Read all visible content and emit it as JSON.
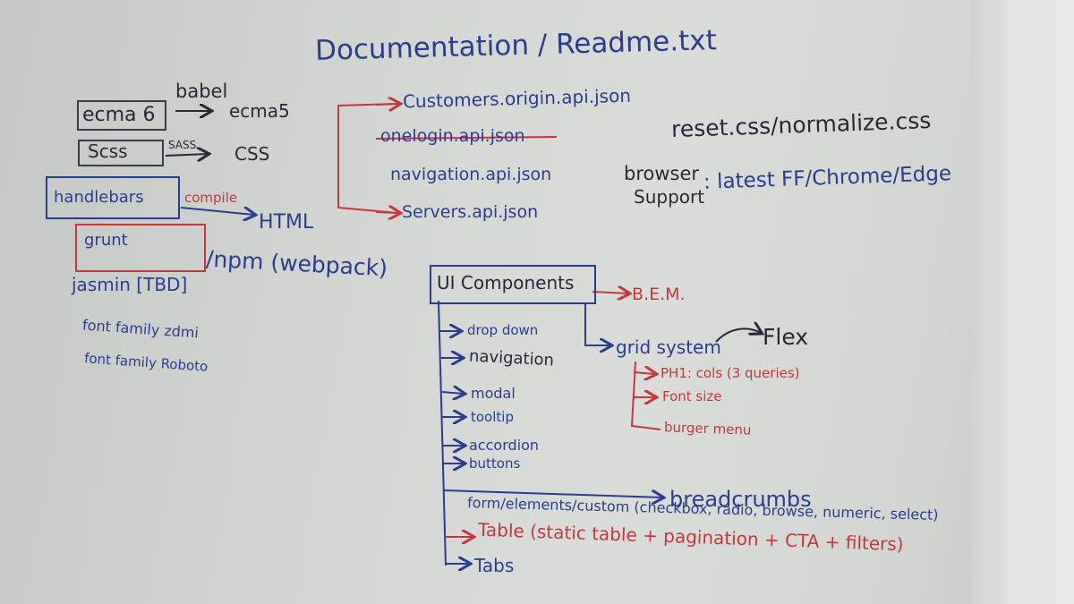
{
  "title": "Documentation / Readme.txt",
  "transpile": {
    "ecma6": "ecma 6",
    "babel": "babel",
    "ecma5": "ecma5",
    "scss": "Scss",
    "sass": "SASS",
    "css": "CSS"
  },
  "templating": {
    "handlebars": "handlebars",
    "compile": "compile",
    "html": "HTML",
    "grunt": "grunt",
    "npm": "/npm (webpack)",
    "jasmin": "jasmin [TBD]",
    "font1": "font family zdmi",
    "font2": "font family Roboto"
  },
  "api": {
    "customers": "Customers.origin.api.json",
    "onelogin": "onelogin.api.json",
    "navigation": "navigation.api.json",
    "servers": "Servers.api.json"
  },
  "notes": {
    "reset": "reset.css/normalize.css",
    "browser": "browser",
    "support": "Support",
    "browser_value": ": latest FF/Chrome/Edge"
  },
  "ui": {
    "title": "UI Components",
    "bem": "B.E.M.",
    "items": [
      "drop down",
      "navigation",
      "modal",
      "tooltip",
      "accordion",
      "buttons"
    ],
    "grid": "grid system",
    "flex": "Flex",
    "grid_items": [
      "PH1: cols (3 queries)",
      "Font size",
      "burger menu"
    ],
    "form": "form/elements/custom (checkbox, radio, browse, numeric, select)",
    "breadcrumbs": "breadcrumbs",
    "table": "Table (static table + pagination + CTA + filters)",
    "tabs": "Tabs"
  },
  "colors": {
    "blue_marker": "#2a3d8f",
    "red_marker": "#c4383f",
    "black_marker": "#262a36",
    "board": "#d3d6d3"
  }
}
